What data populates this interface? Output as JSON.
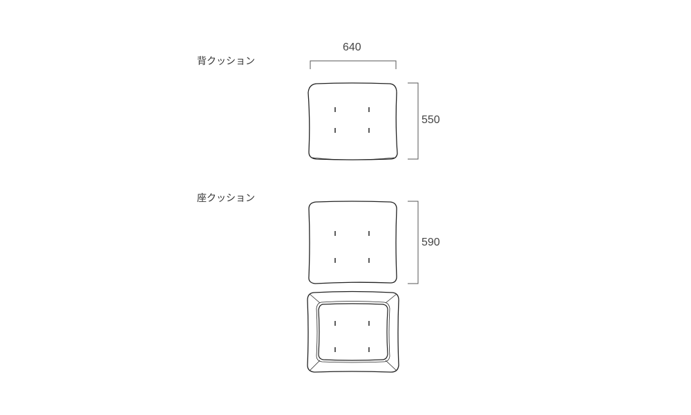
{
  "sections": [
    {
      "label": "背クッション",
      "dimensions": {
        "width": "640",
        "height": "550"
      }
    },
    {
      "label": "座クッション",
      "dimensions": {
        "height": "590"
      }
    }
  ],
  "colors": {
    "line": "#222222",
    "dimension_line": "#555555",
    "text": "#333333"
  }
}
